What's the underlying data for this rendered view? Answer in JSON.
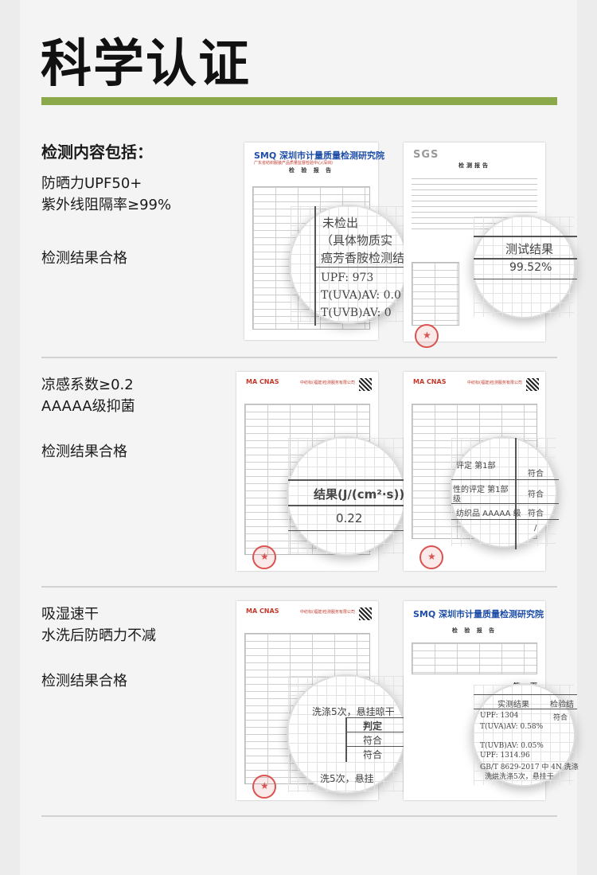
{
  "page_title": "科学认证",
  "sections": [
    {
      "heading": "检测内容包括：",
      "lines": [
        "防晒力UPF50+",
        "紫外线阻隔率≥99%"
      ],
      "result": "检测结果合格",
      "reports": [
        {
          "logo": "SMQ 深圳市计量质量检测研究院",
          "subtitle": "广东省纺织服装产品质量监督检验中心(深圳)",
          "heading": "检 验 报 告",
          "magnifier_lines": [
            "未检出",
            "（具体物质实",
            "癌芳香胺检测结",
            "UPF: 973",
            "T(UVA)AV: 0.0",
            "T(UVB)AV: 0"
          ]
        },
        {
          "logo": "SGS",
          "heading": "检测报告",
          "magnifier_lines": [
            "测试结果",
            "99.52%"
          ]
        }
      ]
    },
    {
      "heading": "",
      "lines": [
        "凉感系数≥0.2",
        "AAAAA级抑菌"
      ],
      "result": "检测结果合格",
      "reports": [
        {
          "logo": "MA CNAS",
          "subtitle": "中纺标(福建)检测服务有限公司",
          "magnifier_lines": [
            "结果(J/(cm²·s))",
            "0.22"
          ]
        },
        {
          "logo": "MA CNAS",
          "subtitle": "中纺标(福建)检测服务有限公司",
          "magnifier_lines": [
            "评定 第1部",
            "符合",
            "性的评定 第1部",
            "级",
            "符合",
            "纺织品 AAAAA 级",
            "符合",
            "/"
          ]
        }
      ]
    },
    {
      "heading": "",
      "lines": [
        "吸湿速干",
        "水洗后防晒力不减"
      ],
      "result": "检测结果合格",
      "reports": [
        {
          "logo": "MA CNAS",
          "subtitle": "中纺标(福建)检测服务有限公司",
          "magnifier_lines": [
            "洗涤5次，悬挂晾干",
            "判定",
            "符合",
            "符合",
            "洗5次，悬挂"
          ]
        },
        {
          "logo": "SMQ 深圳市计量质量检测研究院",
          "heading": "检 验 报 告",
          "page_label": "第 5 页",
          "magnifier_lines": [
            "实测结果",
            "检验结",
            "UPF: 1304",
            "符合",
            "T(UVA)AV: 0.58%",
            "T(UVB)AV: 0.05%",
            "UPF: 1314.96",
            "GB/T 8629-2017 中 4N 洗涤",
            "洗烘洗涤5次，悬挂干"
          ]
        }
      ]
    }
  ],
  "colors": {
    "accent_bar": "#8ba94a",
    "divider": "#d2d2d2",
    "background": "#f4f4f4"
  }
}
